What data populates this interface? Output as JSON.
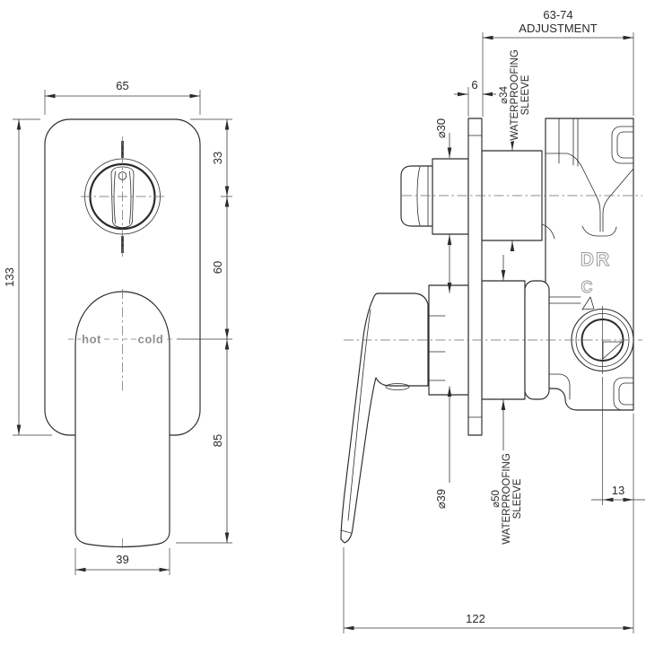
{
  "drawing": {
    "front_view": {
      "hot_label": "hot",
      "cold_label": "cold",
      "dim_plate_width": "65",
      "dim_plate_height": "133",
      "dim_top_to_dial_center": "33",
      "dim_dial_to_handle_center": "60",
      "dim_handle_length": "85",
      "dim_handle_width": "39"
    },
    "side_view": {
      "body_mark_dr": "DR",
      "body_mark_c": "C",
      "dim_adjustment_value": "63-74",
      "dim_adjustment_label": "ADJUSTMENT",
      "dim_plate_thickness": "6",
      "dim_spindle_diameter": "⌀30",
      "sleeve_top_label": [
        "⌀34",
        "WATERPROOFING",
        "SLEEVE"
      ],
      "dim_cartridge_diameter": "⌀39",
      "sleeve_bottom_label": [
        "⌀50",
        "WATERPROOFING",
        "SLEEVE"
      ],
      "dim_outlet_offset": "13",
      "dim_total_depth": "122"
    },
    "colors": {
      "line": "#2b2b2b",
      "muted_text": "#8f8f8f",
      "background": "#ffffff"
    }
  }
}
